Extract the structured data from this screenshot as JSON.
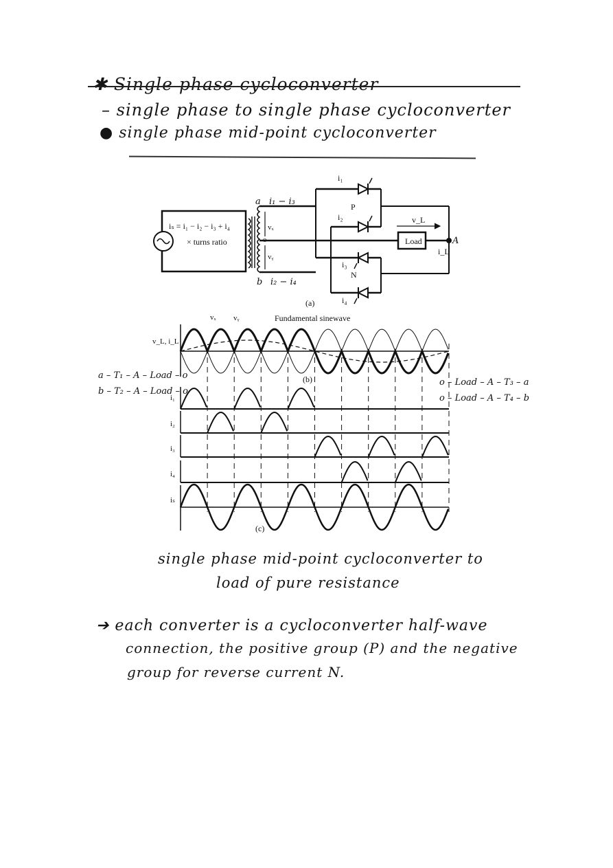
{
  "notes": {
    "heading": "✱ Single phase cycloconverter",
    "line1": "– single phase to single phase cycloconverter",
    "line2": "● single phase mid-point cycloconverter",
    "caption1": "single phase mid-point cycloconverter to",
    "caption2": "load of pure resistance",
    "note1": "➔  each converter is a cycloconverter half-wave",
    "note2": "connection, the positive group (P) and the negative",
    "note3": "group for reverse current N."
  },
  "circuit": {
    "node_a": "a",
    "node_b": "b",
    "node_o": "o",
    "current_a": "i₁ − i₃",
    "current_b": "i₂ − i₄",
    "source_eq": "iₛ = i₁ − i₂ − i₃ + i₄",
    "source_sub": "× turns ratio",
    "vx": "vₓ",
    "vy": "vᵧ",
    "group_p": "P",
    "group_n": "N",
    "i1": "i₁",
    "i2": "i₂",
    "i3": "i₃",
    "i4": "i₄",
    "vl": "v_L",
    "il": "i_L",
    "load": "Load",
    "node_A": "A",
    "label": "(a)"
  },
  "waveforms": {
    "fundamental_label": "Fundamental sinewave",
    "vx_tag": "vₓ",
    "vy_tag": "vᵧ",
    "vl_il": "v_L, i_L",
    "label_b": "(b)",
    "label_c": "(c)",
    "ch_i1": "i₁",
    "ch_i2": "i₂",
    "ch_i3": "i₃",
    "ch_i4": "i₄",
    "ch_is": "iₛ",
    "path_left_1": "a – T₁ – A – Load – o",
    "path_left_2": "b – T₂ – A – Load – o",
    "path_right_1": "o – Load – A – T₃ – a",
    "path_right_2": "o – Load – A – T₄ – b",
    "half_cycles": 10,
    "i1_pulses": [
      1,
      3,
      5
    ],
    "i2_pulses": [
      2,
      4
    ],
    "i3_pulses": [
      6,
      8,
      10
    ],
    "i4_pulses": [
      7,
      9
    ]
  }
}
